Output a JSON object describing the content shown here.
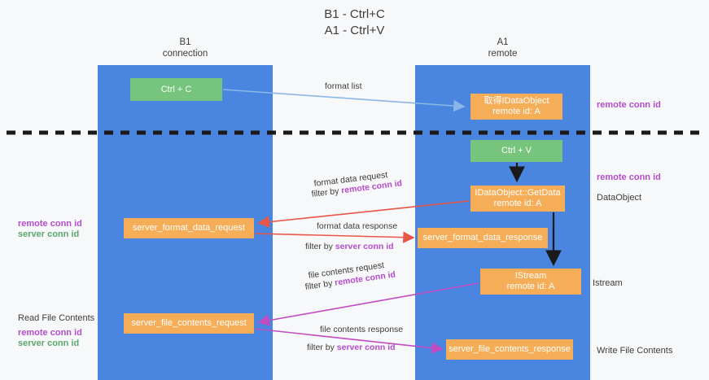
{
  "title": {
    "line1": "B1 - Ctrl+C",
    "line2": "A1 - Ctrl+V"
  },
  "lanes": [
    {
      "id": "b1",
      "name": "B1",
      "role": "connection",
      "color": "#4a86e0"
    },
    {
      "id": "a1",
      "name": "A1",
      "role": "remote",
      "color": "#4a86e0"
    }
  ],
  "colors": {
    "lane": "#4a86e0",
    "green_box": "#77c57c",
    "orange_box": "#f5ad57",
    "remote_conn_id": "#b44ccc",
    "server_conn_id": "#5aa86a",
    "arrow_format_list": "#8ab6e8",
    "arrow_format_data": "#e8564a",
    "arrow_file_contents": "#c24bc2",
    "arrow_black": "#1a1a1a",
    "divider": "#1a1a1a"
  },
  "boxes": {
    "ctrl_c": "Ctrl + C",
    "ctrl_v": "Ctrl + V",
    "get_idataobject_l1": "取得IDataObject",
    "get_idataobject_l2": "remote id: A",
    "getdata_l1": "IDataObject::GetData",
    "getdata_l2": "remote id: A",
    "server_format_data_request": "server_format_data_request",
    "server_format_data_response": "server_format_data_response",
    "istream_l1": "IStream",
    "istream_l2": "remote id: A",
    "server_file_contents_request": "server_file_contents_request",
    "server_file_contents_response": "server_file_contents_response"
  },
  "arrow_labels": {
    "format_list": "format list",
    "format_data_request": "format data request",
    "format_data_request_filter_prefix": "filter by ",
    "format_data_request_filter_key": "remote conn id",
    "format_data_response": "format data response",
    "format_data_response_filter_prefix": "filter by ",
    "format_data_response_filter_key": "server conn id",
    "file_contents_request": "file contents request",
    "file_contents_request_filter_prefix": "filter by ",
    "file_contents_request_filter_key": "remote conn id",
    "file_contents_response": "file contents response",
    "file_contents_response_filter_prefix": "filter by ",
    "file_contents_response_filter_key": "server conn id"
  },
  "right_labels": {
    "remote_conn_id_top": "remote conn id",
    "remote_conn_id_mid": "remote conn id",
    "dataobject": "DataObject",
    "istream": "Istream",
    "write_file_contents": "Write File Contents"
  },
  "left_labels": {
    "remote_conn_id": "remote conn id",
    "server_conn_id": "server conn id",
    "read_file_contents": "Read File Contents",
    "remote_conn_id_2": "remote conn id",
    "server_conn_id_2": "server conn id"
  }
}
